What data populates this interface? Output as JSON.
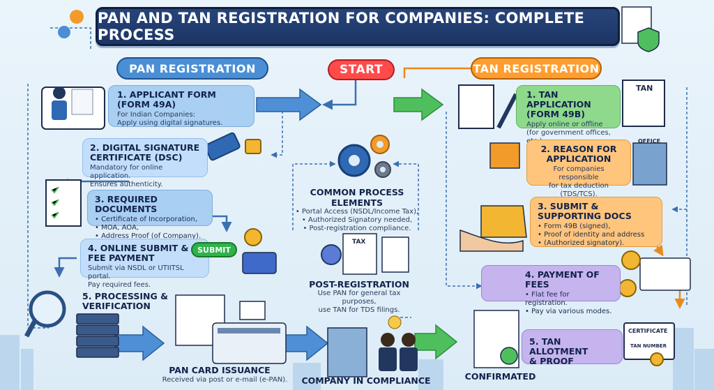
{
  "title": "PAN AND TAN REGISTRATION FOR COMPANIES: COMPLETE PROCESS",
  "pan_label": "PAN REGISTRATION",
  "start_label": "START",
  "tan_label": "TAN REGISTRATION",
  "pan_steps": [
    {
      "title_l1": "1. APPLICANT FORM",
      "title_l2": "(FORM 49A)",
      "text": [
        "For Indian Companies:",
        "Apply using digital signatures."
      ]
    },
    {
      "title_l1": "2. DIGITAL SIGNATURE",
      "title_l2": "CERTIFICATE (DSC)",
      "text": [
        "Mandatory for online application.",
        "Ensures authenticity."
      ]
    },
    {
      "title_l1": "3. REQUIRED DOCUMENTS",
      "bullets": [
        "Certificate of Incorporation,",
        "MOA, AOA,",
        "Address Proof (of Company)."
      ]
    },
    {
      "title_l1": "4. ONLINE SUBMIT &",
      "title_l2": "FEE PAYMENT",
      "text": [
        "Submit via NSDL or UTIITSL portal.",
        "Pay required fees."
      ]
    },
    {
      "title_l1": "5. PROCESSING &",
      "title_l2": "VERIFICATION"
    }
  ],
  "submit_label": "SUBMIT",
  "pan_card": {
    "title": "PAN CARD ISSUANCE",
    "text": "Received via post or e-mail (e-PAN)."
  },
  "common": {
    "title": "COMMON PROCESS ELEMENTS",
    "bullets": [
      "Portal Access (NSDL/Income Tax),",
      "Authorized Signatory needed,",
      "Post-registration compliance."
    ]
  },
  "post": {
    "title": "POST-REGISTRATION",
    "text": [
      "Use PAN for general tax purposes,",
      "use TAN for TDS filings."
    ],
    "doc_label": "TAX"
  },
  "company_label": "COMPANY IN COMPLIANCE",
  "confirmed_label": "CONFIRMATED",
  "tan_steps": [
    {
      "title_l1": "1. TAN APPLICATION",
      "title_l2": "(FORM 49B)",
      "text": [
        "Apply online or offline",
        "(for government offices, etc.)."
      ],
      "doc_label": "TAN"
    },
    {
      "title_l1": "2. REASON FOR",
      "title_l2": "APPLICATION",
      "text": [
        "For companies responsible",
        "for tax deduction (TDS/TCS)."
      ],
      "office_label": "OFFICE"
    },
    {
      "title_l1": "3. SUBMIT &",
      "title_l2": "SUPPORTING DOCS",
      "bullets": [
        "Form 49B (signed),",
        "Proof of identity and address",
        "(Authorized signatory)."
      ]
    },
    {
      "title_l1": "4. PAYMENT OF FEES",
      "bullets": [
        "Flat fee for registration.",
        "Pay via various modes."
      ]
    },
    {
      "title_l1": "5. TAN ALLOTMENT",
      "title_l2": "& PROOF",
      "cert_label": "CERTIFICATE",
      "cert_sub": "TAN NUMBER"
    }
  ],
  "colors": {
    "pan": "#4a8fd6",
    "start": "#ff4a4a",
    "tan": "#ff9d2e",
    "title_bg": "#1c3565"
  }
}
